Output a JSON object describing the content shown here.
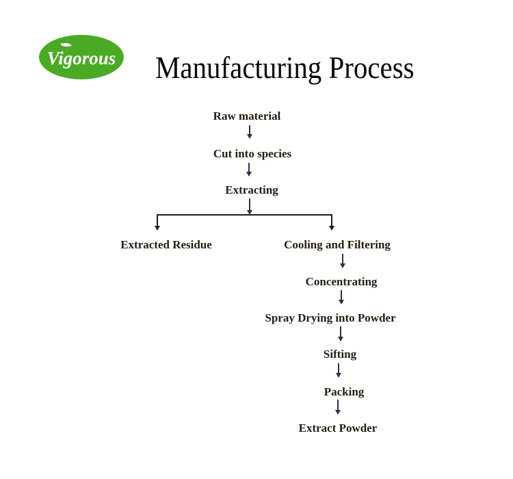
{
  "logo": {
    "text": "Vigorous",
    "bg_color": "#4aaa26",
    "text_color": "#ffffff"
  },
  "title": "Manufacturing Process",
  "flowchart": {
    "steps": {
      "raw_material": "Raw material",
      "cut_into_species": "Cut into species",
      "extracting": "Extracting",
      "extracted_residue": "Extracted Residue",
      "cooling_and_filtering": "Cooling and Filtering",
      "concentrating": "Concentrating",
      "spray_drying": "Spray Drying into Powder",
      "sifting": "Sifting",
      "packing": "Packing",
      "extract_powder": "Extract Powder"
    },
    "flow_order": [
      "Raw material",
      "Cut into species",
      "Extracting",
      "Extracted Residue | Cooling and Filtering",
      "Concentrating",
      "Spray Drying into Powder",
      "Sifting",
      "Packing",
      "Extract Powder"
    ]
  },
  "colors": {
    "logo_green": "#4aaa26",
    "step_text": "#251c12",
    "arrow": "#332c48",
    "branch_line": "#1c1c1c",
    "title_text": "#080808",
    "background": "#ffffff"
  }
}
